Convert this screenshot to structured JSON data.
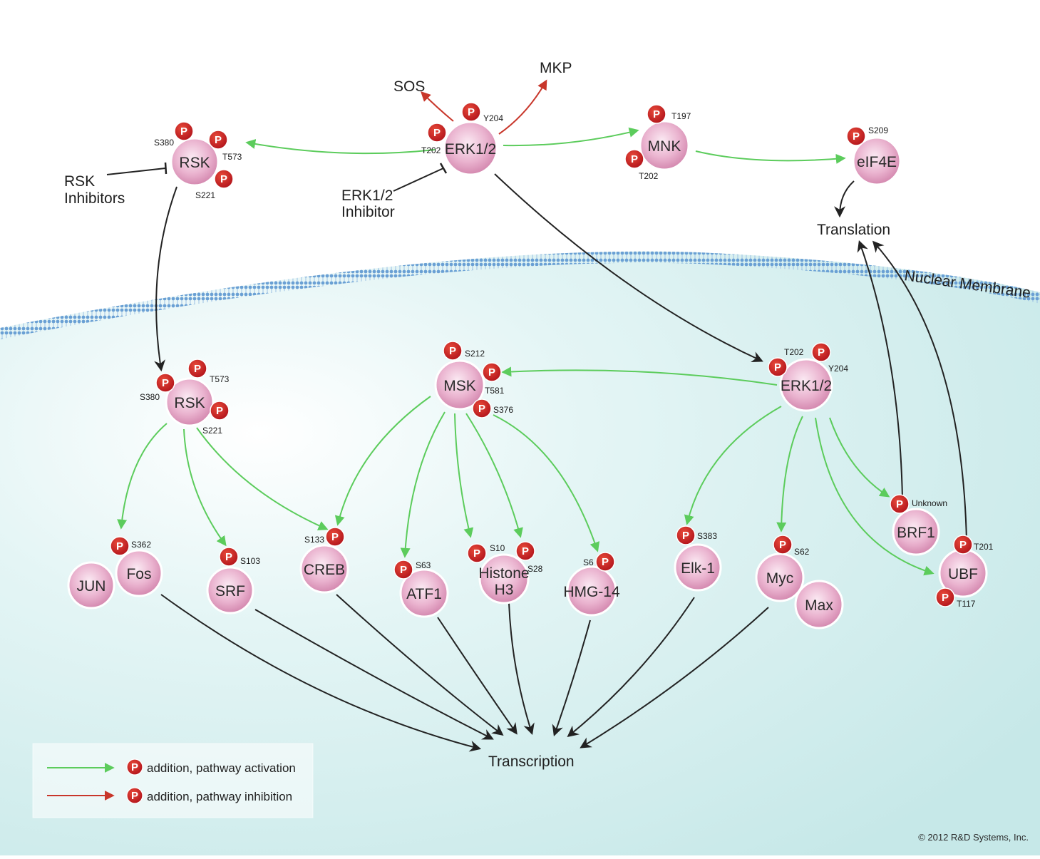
{
  "labels": {
    "sos": "SOS",
    "mkp": "MKP",
    "rsk_inhibitors_1": "RSK",
    "rsk_inhibitors_2": "Inhibitors",
    "erk_inhibitor_1": "ERK1/2",
    "erk_inhibitor_2": "Inhibitor",
    "translation": "Translation",
    "nuclear_membrane": "Nuclear Membrane",
    "transcription": "Transcription",
    "copyright": "© 2012 R&D Systems, Inc."
  },
  "legend": {
    "p_symbol": "P",
    "activation": "addition, pathway activation",
    "inhibition": "addition, pathway inhibition"
  },
  "colors": {
    "activation": "#5ccc5c",
    "inhibition": "#c8362a",
    "black_arrow": "#222222",
    "node_fill": "#dc92b8",
    "node_border": "#ffffff",
    "phospho": "#c81e1e",
    "nucleus": "#d4eeee",
    "membrane": "#6aa0d4"
  },
  "nodes": {
    "rsk_cyto": {
      "label": "RSK",
      "sites": [
        "S380",
        "T573",
        "S221"
      ]
    },
    "erk_cyto": {
      "label": "ERK1/2",
      "sites": [
        "Y204",
        "T202"
      ]
    },
    "mnk": {
      "label": "MNK",
      "sites": [
        "T197",
        "T202"
      ]
    },
    "eif4e": {
      "label": "eIF4E",
      "sites": [
        "S209"
      ]
    },
    "rsk_nuc": {
      "label": "RSK",
      "sites": [
        "T573",
        "S380",
        "S221"
      ]
    },
    "msk": {
      "label": "MSK",
      "sites": [
        "S212",
        "T581",
        "S376"
      ]
    },
    "erk_nuc": {
      "label": "ERK1/2",
      "sites": [
        "T202",
        "Y204"
      ]
    },
    "jun": {
      "label": "JUN"
    },
    "fos": {
      "label": "Fos",
      "sites": [
        "S362"
      ]
    },
    "srf": {
      "label": "SRF",
      "sites": [
        "S103"
      ]
    },
    "creb": {
      "label": "CREB",
      "sites": [
        "S133"
      ]
    },
    "atf1": {
      "label": "ATF1",
      "sites": [
        "S63"
      ]
    },
    "histone": {
      "label_1": "Histone",
      "label_2": "H3",
      "sites": [
        "S10",
        "S28"
      ]
    },
    "hmg14": {
      "label": "HMG-14",
      "sites": [
        "S6"
      ]
    },
    "elk1": {
      "label": "Elk-1",
      "sites": [
        "S383"
      ]
    },
    "myc": {
      "label": "Myc",
      "sites": [
        "S62"
      ]
    },
    "max": {
      "label": "Max"
    },
    "brf1": {
      "label": "BRF1",
      "sites": [
        "Unknown"
      ]
    },
    "ubf": {
      "label": "UBF",
      "sites": [
        "T201",
        "T117"
      ]
    }
  }
}
